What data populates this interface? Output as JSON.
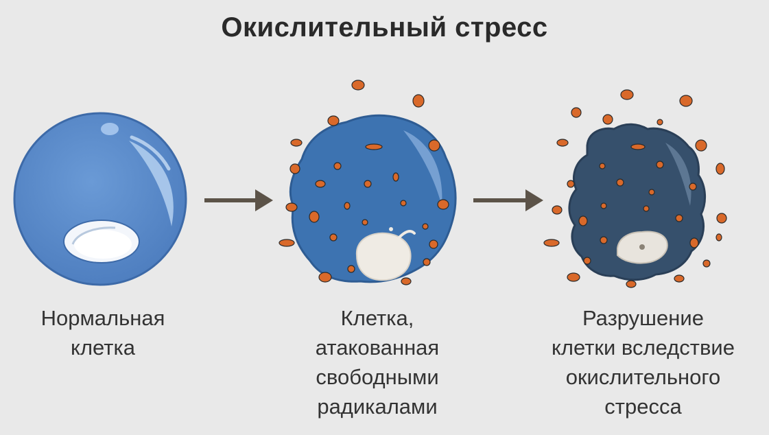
{
  "title": "Окислительный стресс",
  "colors": {
    "background": "#e9e9e9",
    "healthy_cell": "#5b8ccb",
    "attacked_cell": "#3d73b1",
    "destroyed_cell": "#36506c",
    "radical": "#d9692a",
    "arrow": "#5c5348",
    "nucleus": "#f1eeea"
  },
  "stages": [
    {
      "id": "normal",
      "icon": "healthy-cell-icon",
      "caption_lines": [
        "Нормальная",
        "клетка"
      ]
    },
    {
      "id": "attacked",
      "icon": "attacked-cell-icon",
      "caption_lines": [
        "Клетка,",
        "атакованная",
        "свободными",
        "радикалами"
      ]
    },
    {
      "id": "destroyed",
      "icon": "destroyed-cell-icon",
      "caption_lines": [
        "Разрушение",
        "клетки вследствие",
        "окислительного",
        "стресса"
      ]
    }
  ]
}
